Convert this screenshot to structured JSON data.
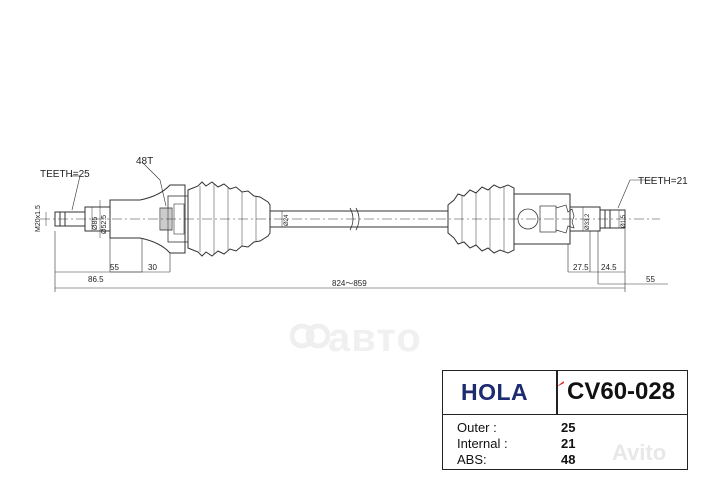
{
  "drawing": {
    "teeth_outer": "TEETH=25",
    "teeth_inner": "TEETH=21",
    "abs_teeth": "48T",
    "thread": "M20x1.5",
    "dia_outer_shaft": "Ø85",
    "dia_outer_seal": "Ø52.5",
    "dia_bar": "Ø24",
    "dia_inner_shaft": "Ø33.2",
    "dia_inner_end": "Ø1.5",
    "dim_86_5": "86.5",
    "dim_55_left": "55",
    "dim_30": "30",
    "dim_total": "824～859",
    "dim_27_5": "27.5",
    "dim_24_5": "24.5",
    "dim_55_right": "55"
  },
  "watermark": {
    "text": "авто"
  },
  "spec_table": {
    "brand": "HOLA",
    "part_number": "CV60-028",
    "rows": [
      {
        "label": "Outer :",
        "value": "25"
      },
      {
        "label": "Internal :",
        "value": "21"
      },
      {
        "label": "ABS:",
        "value": "48"
      }
    ]
  },
  "avito_watermark": "Avito",
  "colors": {
    "brand": "#1d2b70",
    "line": "#333333"
  }
}
